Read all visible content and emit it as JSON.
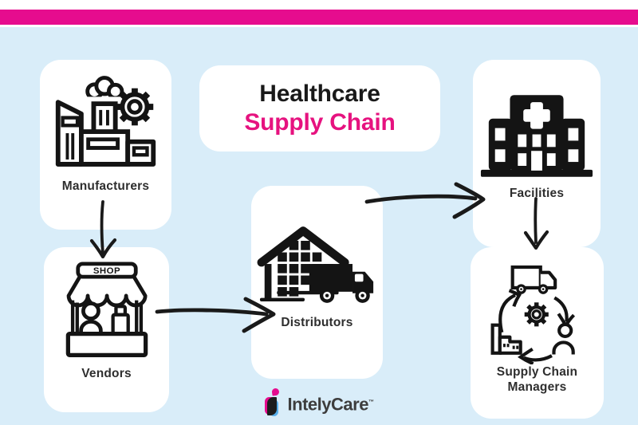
{
  "colors": {
    "background": "#d9edf9",
    "accent_bar": "#e60c8e",
    "card": "#ffffff",
    "icon": "#141414",
    "label": "#2e2e2e",
    "title_black": "#191919",
    "title_pink": "#e6127f",
    "logo_pink": "#e60c8e",
    "logo_blue": "#57aee9",
    "logo_text": "#3d3d3d"
  },
  "title": {
    "line1": "Healthcare",
    "line2": "Supply Chain"
  },
  "nodes": {
    "manufacturers": {
      "label": "Manufacturers",
      "icon": "factory-gear-icon"
    },
    "vendors": {
      "label": "Vendors",
      "icon": "market-stall-icon",
      "sign": "SHOP"
    },
    "distributors": {
      "label": "Distributors",
      "icon": "warehouse-truck-icon"
    },
    "facilities": {
      "label": "Facilities",
      "icon": "hospital-icon"
    },
    "managers": {
      "label": "Supply Chain Managers",
      "icon": "supply-cycle-icon",
      "cycle_icons": [
        "delivery-truck",
        "gear",
        "person",
        "factory"
      ]
    }
  },
  "edges": [
    {
      "from": "Manufacturers",
      "to": "Vendors"
    },
    {
      "from": "Vendors",
      "to": "Distributors"
    },
    {
      "from": "Distributors",
      "to": "Facilities"
    },
    {
      "from": "Facilities",
      "to": "Supply Chain Managers"
    }
  ],
  "logo": {
    "name": "IntelyCare",
    "trademark": "™"
  }
}
